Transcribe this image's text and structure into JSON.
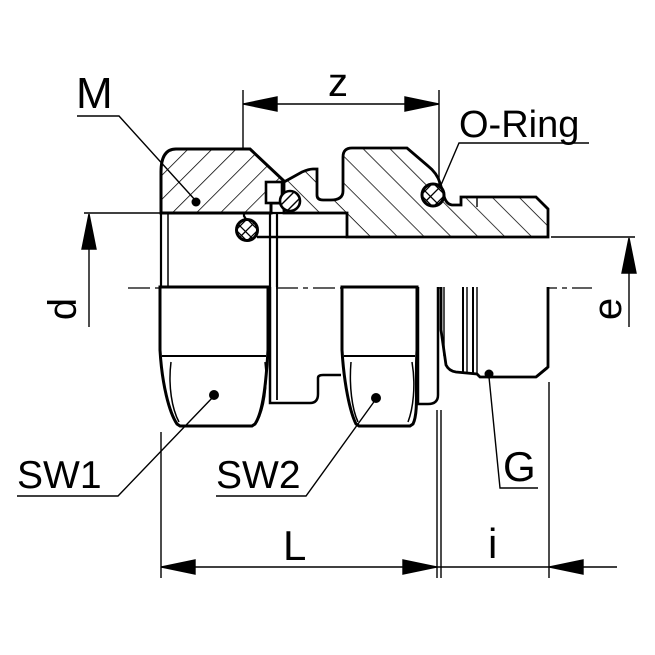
{
  "labels": {
    "m": "M",
    "z": "z",
    "oring": "O-Ring",
    "d": "d",
    "e": "e",
    "sw1": "SW1",
    "sw2": "SW2",
    "g": "G",
    "l": "L",
    "i": "i"
  },
  "colors": {
    "line": "#000000",
    "background": "#ffffff"
  }
}
